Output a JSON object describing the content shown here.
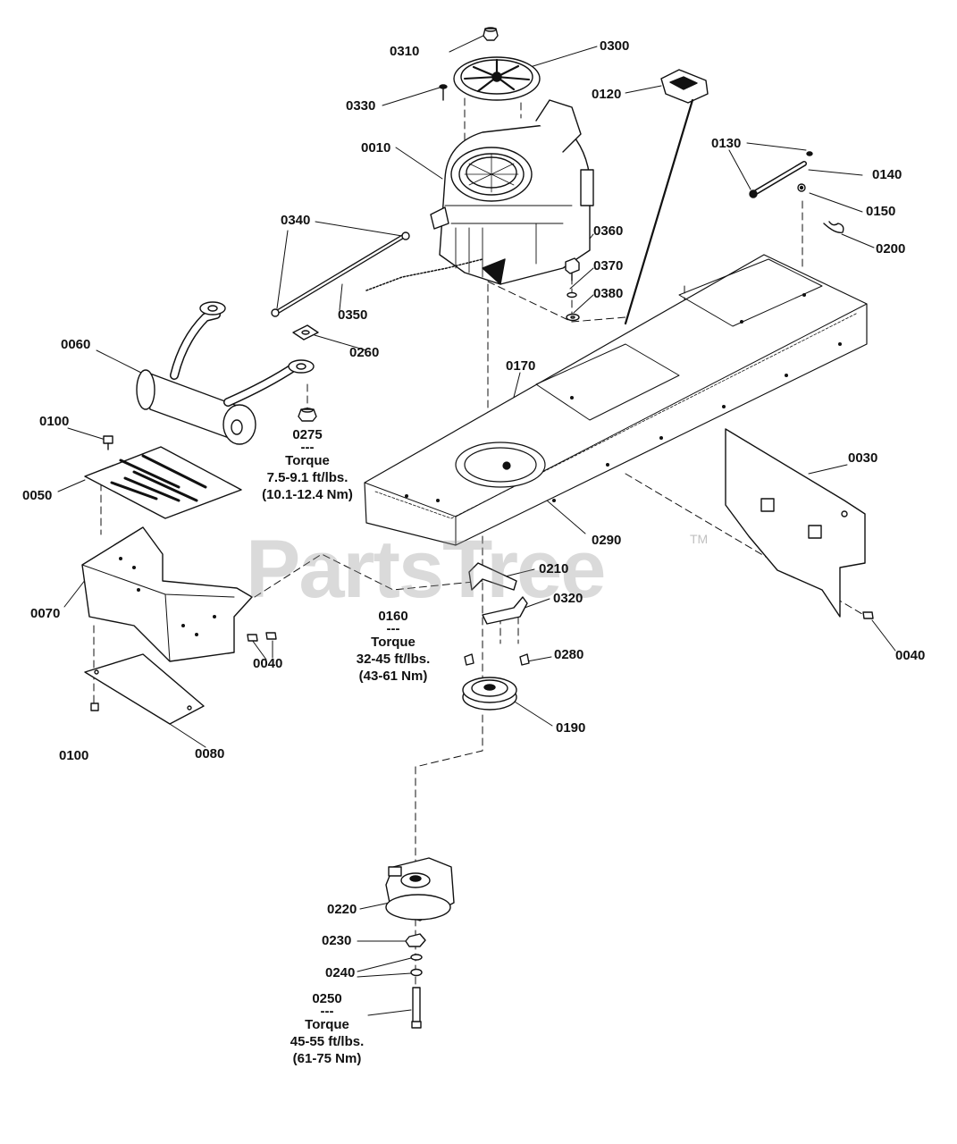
{
  "watermark": {
    "text": "PartsTree",
    "trademark": "TM",
    "color": "#9a9a9a"
  },
  "callouts": {
    "c0310": "0310",
    "c0300": "0300",
    "c0330": "0330",
    "c0120": "0120",
    "c0010": "0010",
    "c0130": "0130",
    "c0140": "0140",
    "c0150": "0150",
    "c0200": "0200",
    "c0340": "0340",
    "c0360": "0360",
    "c0370": "0370",
    "c0380": "0380",
    "c0350": "0350",
    "c0060": "0060",
    "c0260": "0260",
    "c0170": "0170",
    "c0100a": "0100",
    "c0050": "0050",
    "c0030": "0030",
    "c0290": "0290",
    "c0070": "0070",
    "c0210": "0210",
    "c0320": "0320",
    "c0040a": "0040",
    "c0040b": "0040",
    "c0280": "0280",
    "c0190": "0190",
    "c0100b": "0100",
    "c0080": "0080",
    "c0220": "0220",
    "c0230": "0230",
    "c0240": "0240"
  },
  "torque_notes": {
    "n0275": {
      "part": "0275",
      "sep": "---",
      "label": "Torque",
      "imperial": "7.5-9.1 ft/lbs.",
      "metric": "(10.1-12.4 Nm)"
    },
    "n0160": {
      "part": "0160",
      "sep": "---",
      "label": "Torque",
      "imperial": "32-45 ft/lbs.",
      "metric": "(43-61 Nm)"
    },
    "n0250": {
      "part": "0250",
      "sep": "---",
      "label": "Torque",
      "imperial": "45-55 ft/lbs.",
      "metric": "(61-75 Nm)"
    }
  }
}
